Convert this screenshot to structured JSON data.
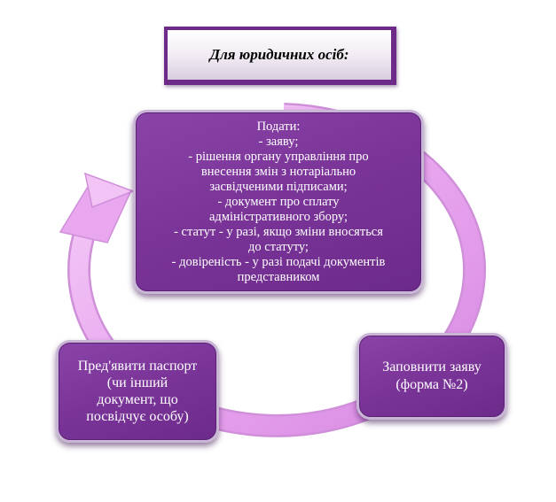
{
  "title": "Для юридичних осіб:",
  "top_card": {
    "lines": [
      "Подати:",
      "- заяву;",
      "- рішення органу управління про",
      "внесення змін з нотаріально",
      "засвідченими підписами;",
      "- документ про сплату",
      "адміністративного збору;",
      "- статут - у разі, якщо зміни вносяться",
      "до статуту;",
      "- довіреність - у разі подачі документів",
      "представником"
    ]
  },
  "right_card": {
    "lines": [
      "Заповнити заяву",
      "(форма №2)"
    ]
  },
  "left_card": {
    "lines": [
      "Пред'явити паспорт",
      "(чи інший",
      "документ, що",
      "посвідчує особу)"
    ]
  },
  "colors": {
    "card_fill": "#7a3498",
    "ring": "#e6a6ee",
    "title_border": "#6e2a88"
  }
}
